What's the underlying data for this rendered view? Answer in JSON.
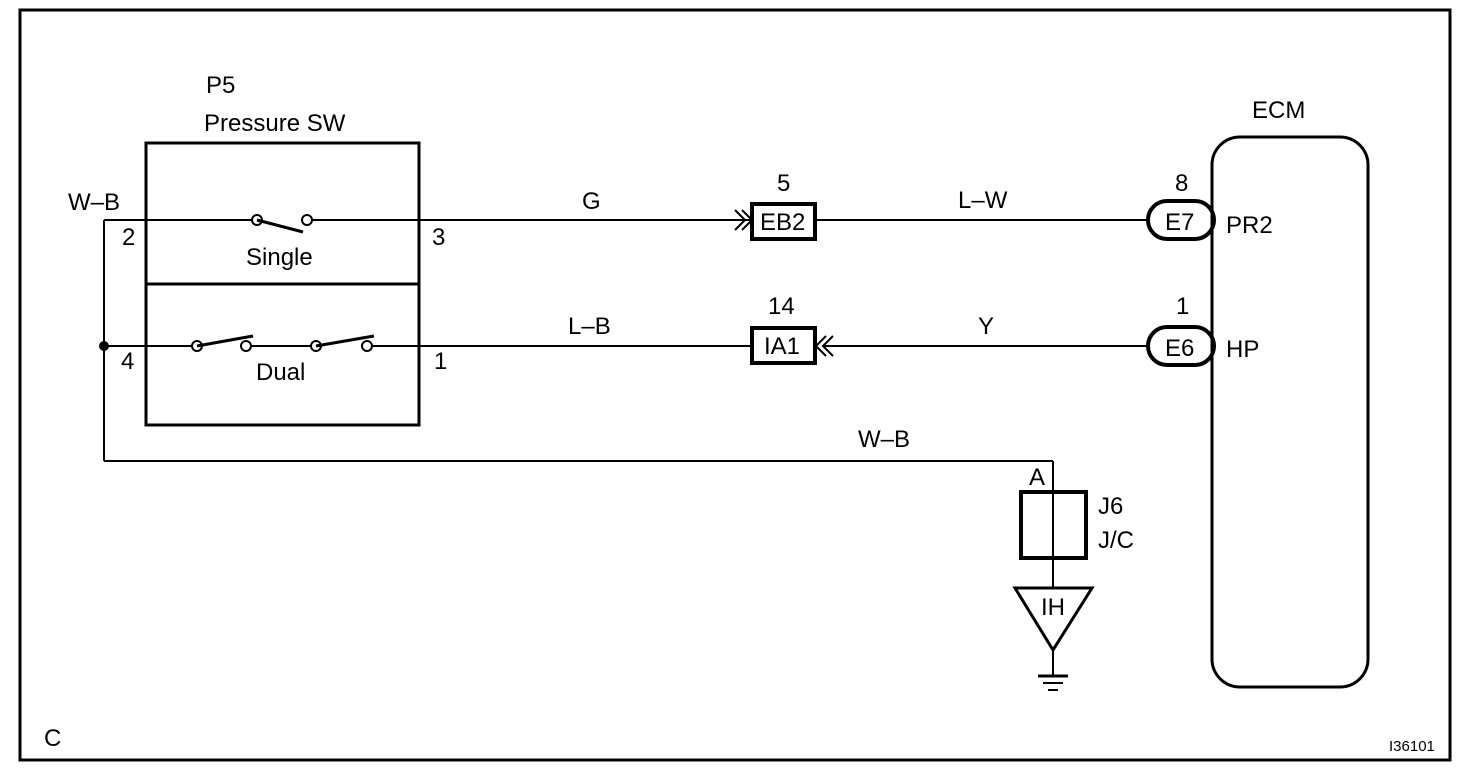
{
  "pressure_switch": {
    "ref": "P5",
    "name": "Pressure SW",
    "single_label": "Single",
    "dual_label": "Dual",
    "pins": {
      "p2": "2",
      "p3": "3",
      "p4": "4",
      "p1": "1"
    }
  },
  "ecm": {
    "name": "ECM",
    "pr2_label": "PR2",
    "hp_label": "HP"
  },
  "wires": {
    "wb_left": "W–B",
    "g": "G",
    "lw": "L–W",
    "lb": "L–B",
    "y": "Y",
    "wb_bottom": "W–B"
  },
  "connectors": {
    "eb2": {
      "label": "EB2",
      "pin": "5"
    },
    "ia1": {
      "label": "IA1",
      "pin": "14"
    },
    "e7": {
      "label": "E7",
      "pin": "8"
    },
    "e6": {
      "label": "E6",
      "pin": "1"
    }
  },
  "junction": {
    "pin": "A",
    "ref": "J6",
    "name": "J/C",
    "ground_label": "IH"
  },
  "footer": {
    "corner_label": "C",
    "figure_id": "I36101"
  }
}
